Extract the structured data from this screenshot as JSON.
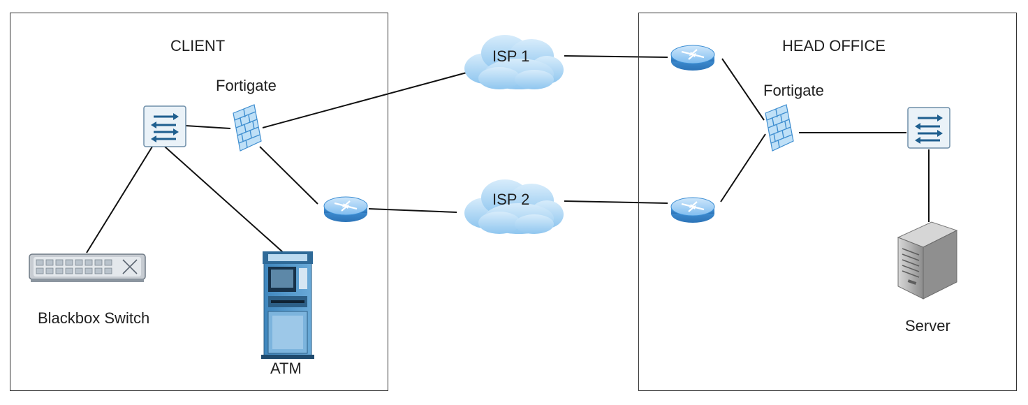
{
  "client": {
    "title": "CLIENT"
  },
  "head_office": {
    "title": "HEAD OFFICE"
  },
  "labels": {
    "client_firewall": "Fortigate",
    "head_firewall": "Fortigate",
    "isp1": "ISP 1",
    "isp2": "ISP 2",
    "blackbox_switch": "Blackbox Switch",
    "atm": "ATM",
    "server": "Server"
  },
  "colors": {
    "router": "#3a8fd6",
    "router_light": "#a9d5f5",
    "cloud": "#9fd0f3",
    "firewall": "#6bb7ea",
    "switch_bg": "#e6eef5",
    "atm_body": "#4a8dbf",
    "server_body": "#9a9a9a",
    "line": "#111111"
  }
}
